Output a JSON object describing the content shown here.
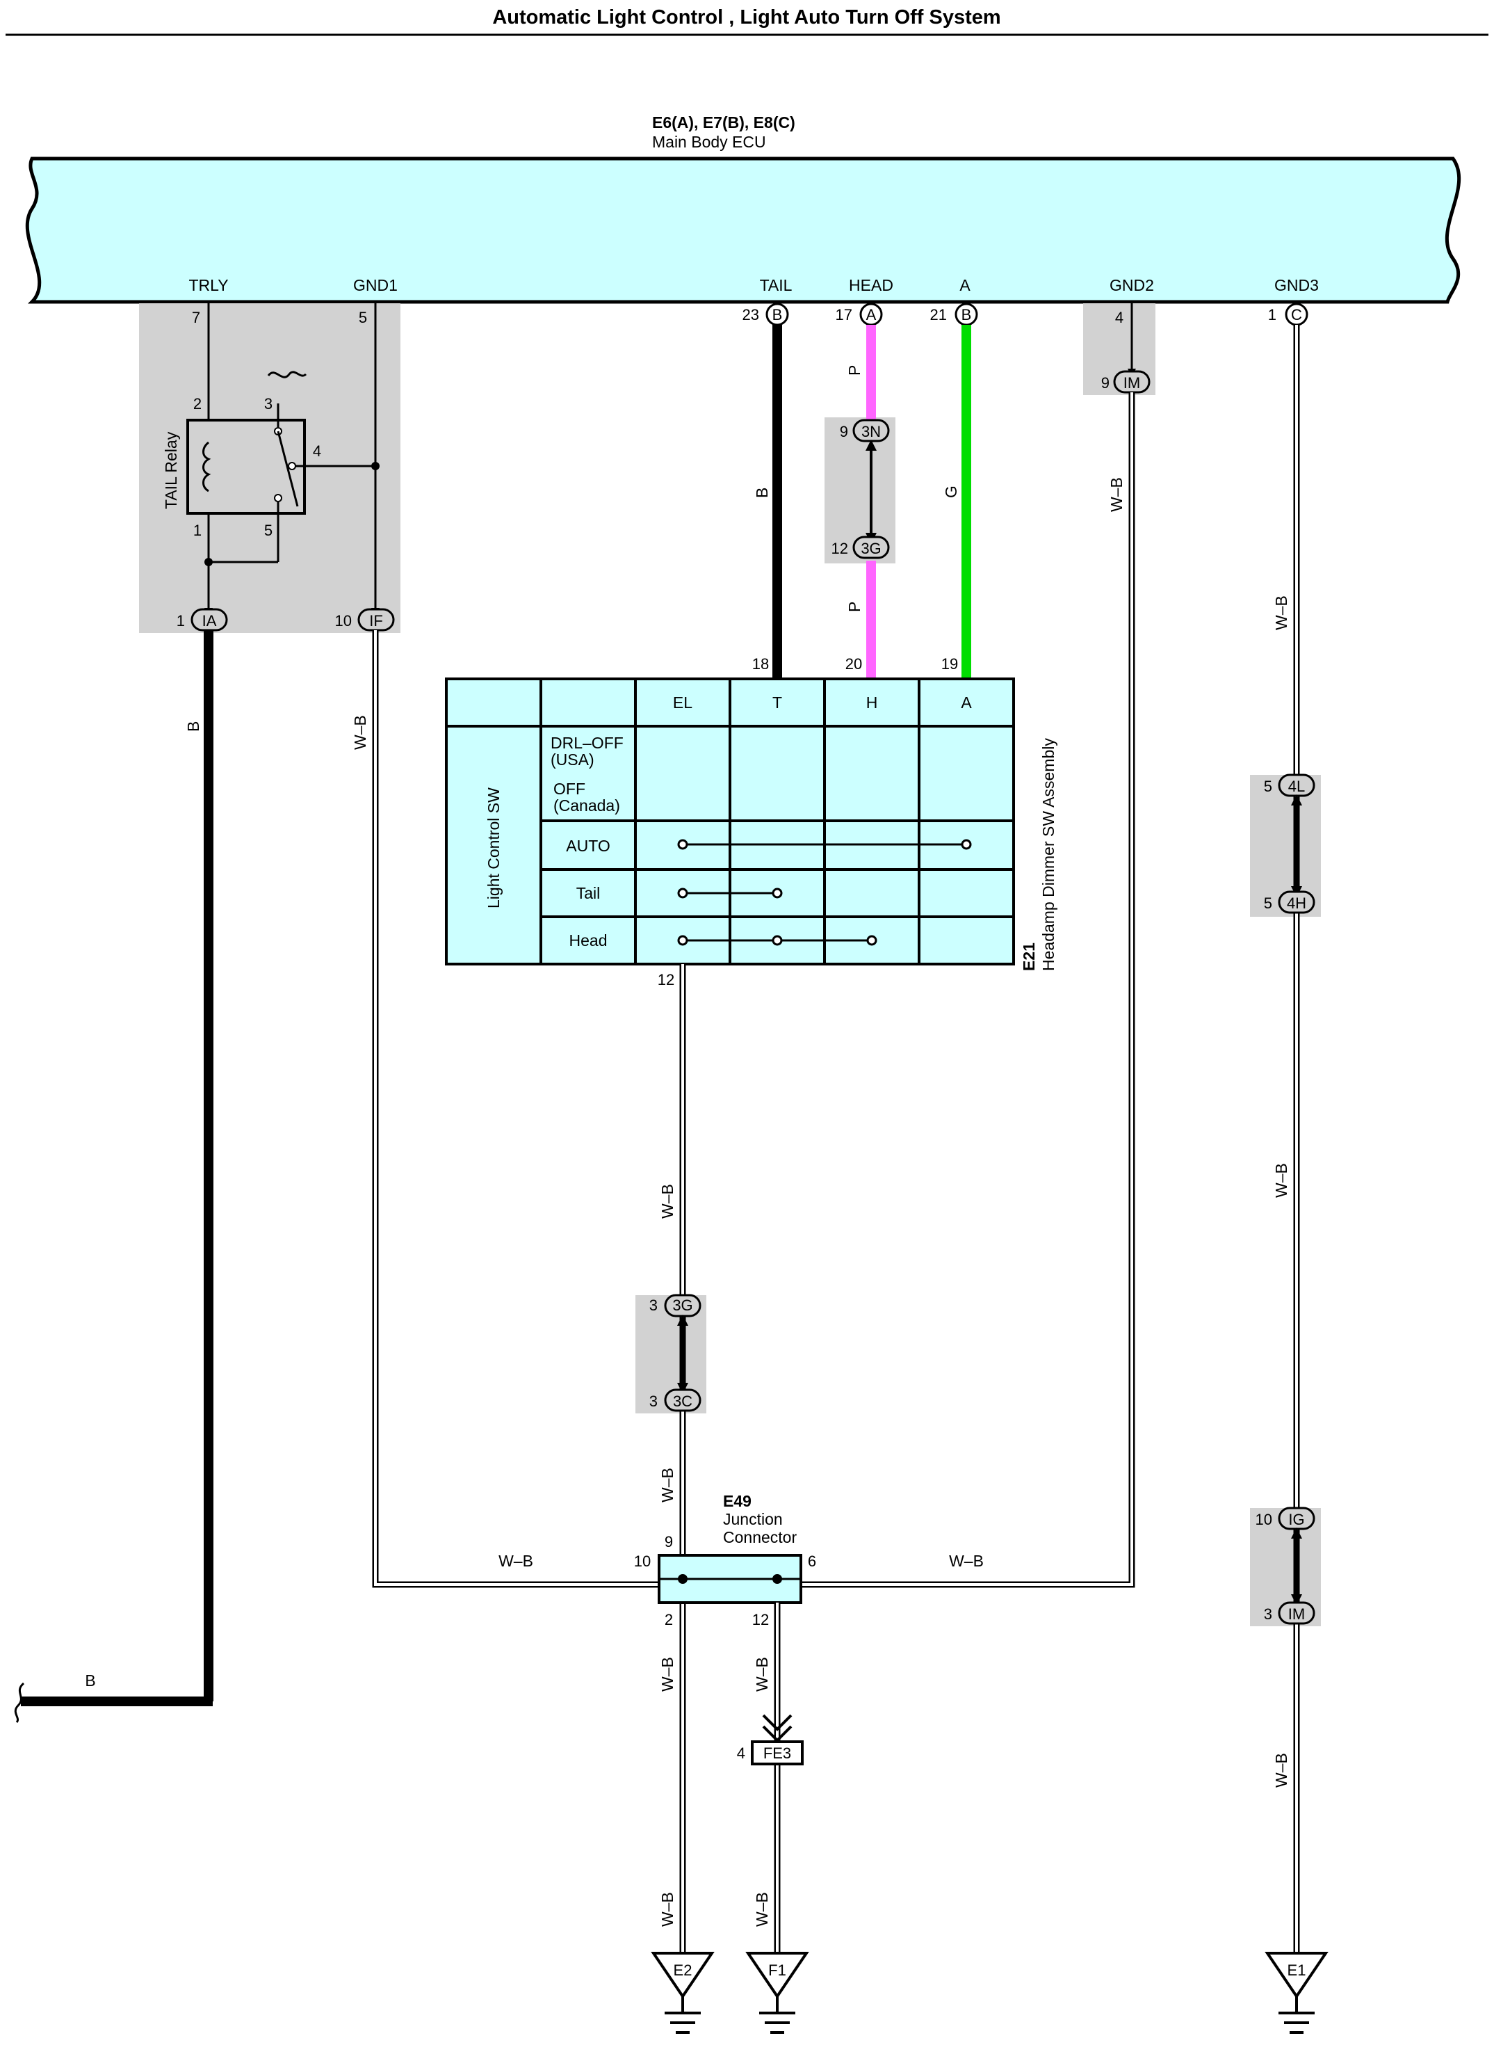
{
  "title": "Automatic Light Control , Light Auto Turn Off System",
  "ecu": {
    "connectors": "E6(A), E7(B), E8(C)",
    "name": "Main Body ECU",
    "terminals": [
      {
        "label": "TRLY",
        "pin": "7",
        "conn": ""
      },
      {
        "label": "GND1",
        "pin": "5",
        "conn": ""
      },
      {
        "label": "TAIL",
        "pin": "23",
        "conn": "B"
      },
      {
        "label": "HEAD",
        "pin": "17",
        "conn": "A"
      },
      {
        "label": "A",
        "pin": "21",
        "conn": "B"
      },
      {
        "label": "GND2",
        "pin": "4",
        "conn": ""
      },
      {
        "label": "GND3",
        "pin": "1",
        "conn": "C"
      }
    ]
  },
  "relay": {
    "name": "TAIL Relay",
    "pins": [
      "2",
      "3",
      "4",
      "1",
      "5"
    ]
  },
  "junctions": [
    {
      "pin": "1",
      "id": "IA"
    },
    {
      "pin": "10",
      "id": "IF"
    },
    {
      "pin": "9",
      "id": "IM"
    },
    {
      "pin": "9",
      "id": "3N"
    },
    {
      "pin": "12",
      "id": "3G"
    },
    {
      "pin": "5",
      "id": "4L"
    },
    {
      "pin": "5",
      "id": "4H"
    },
    {
      "pin": "3",
      "id": "3G"
    },
    {
      "pin": "3",
      "id": "3C"
    },
    {
      "pin": "10",
      "id": "IG"
    },
    {
      "pin": "3",
      "id": "IM"
    },
    {
      "pin": "4",
      "id": "FE3"
    }
  ],
  "wires": {
    "b_tail": "B",
    "p_head_top": "P",
    "p_head_bottom": "P",
    "g_a": "G",
    "b_trly": "B",
    "b_bottom": "B",
    "wb_gnd1": "W–B",
    "wb_gnd2": "W–B",
    "wb_gnd3_top": "W–B",
    "wb_gnd3_mid": "W–B",
    "wb_gnd3_bottom": "W–B",
    "wb_sw_top": "W–B",
    "wb_sw_mid": "W–B",
    "wb_left_h": "W–B",
    "wb_right_h": "W–B",
    "wb_e2": "W–B",
    "wb_f1_top": "W–B",
    "wb_e2_bottom": "W–B",
    "wb_f1_bottom": "W–B"
  },
  "switch": {
    "id": "E21",
    "name": "Headamp Dimmer SW Assembly",
    "side_label": "Light Control SW",
    "columns": [
      "EL",
      "T",
      "H",
      "A"
    ],
    "pins_top": [
      "18",
      "20",
      "19"
    ],
    "pin_bottom": "12",
    "rows": [
      "DRL–OFF",
      "(USA)",
      "OFF",
      "(Canada)",
      "AUTO",
      "Tail",
      "Head"
    ]
  },
  "junction_connector": {
    "id": "E49",
    "line1": "Junction",
    "line2": "Connector",
    "pins": [
      "9",
      "10",
      "6",
      "2",
      "12"
    ]
  },
  "grounds": [
    "E2",
    "F1",
    "E1"
  ]
}
